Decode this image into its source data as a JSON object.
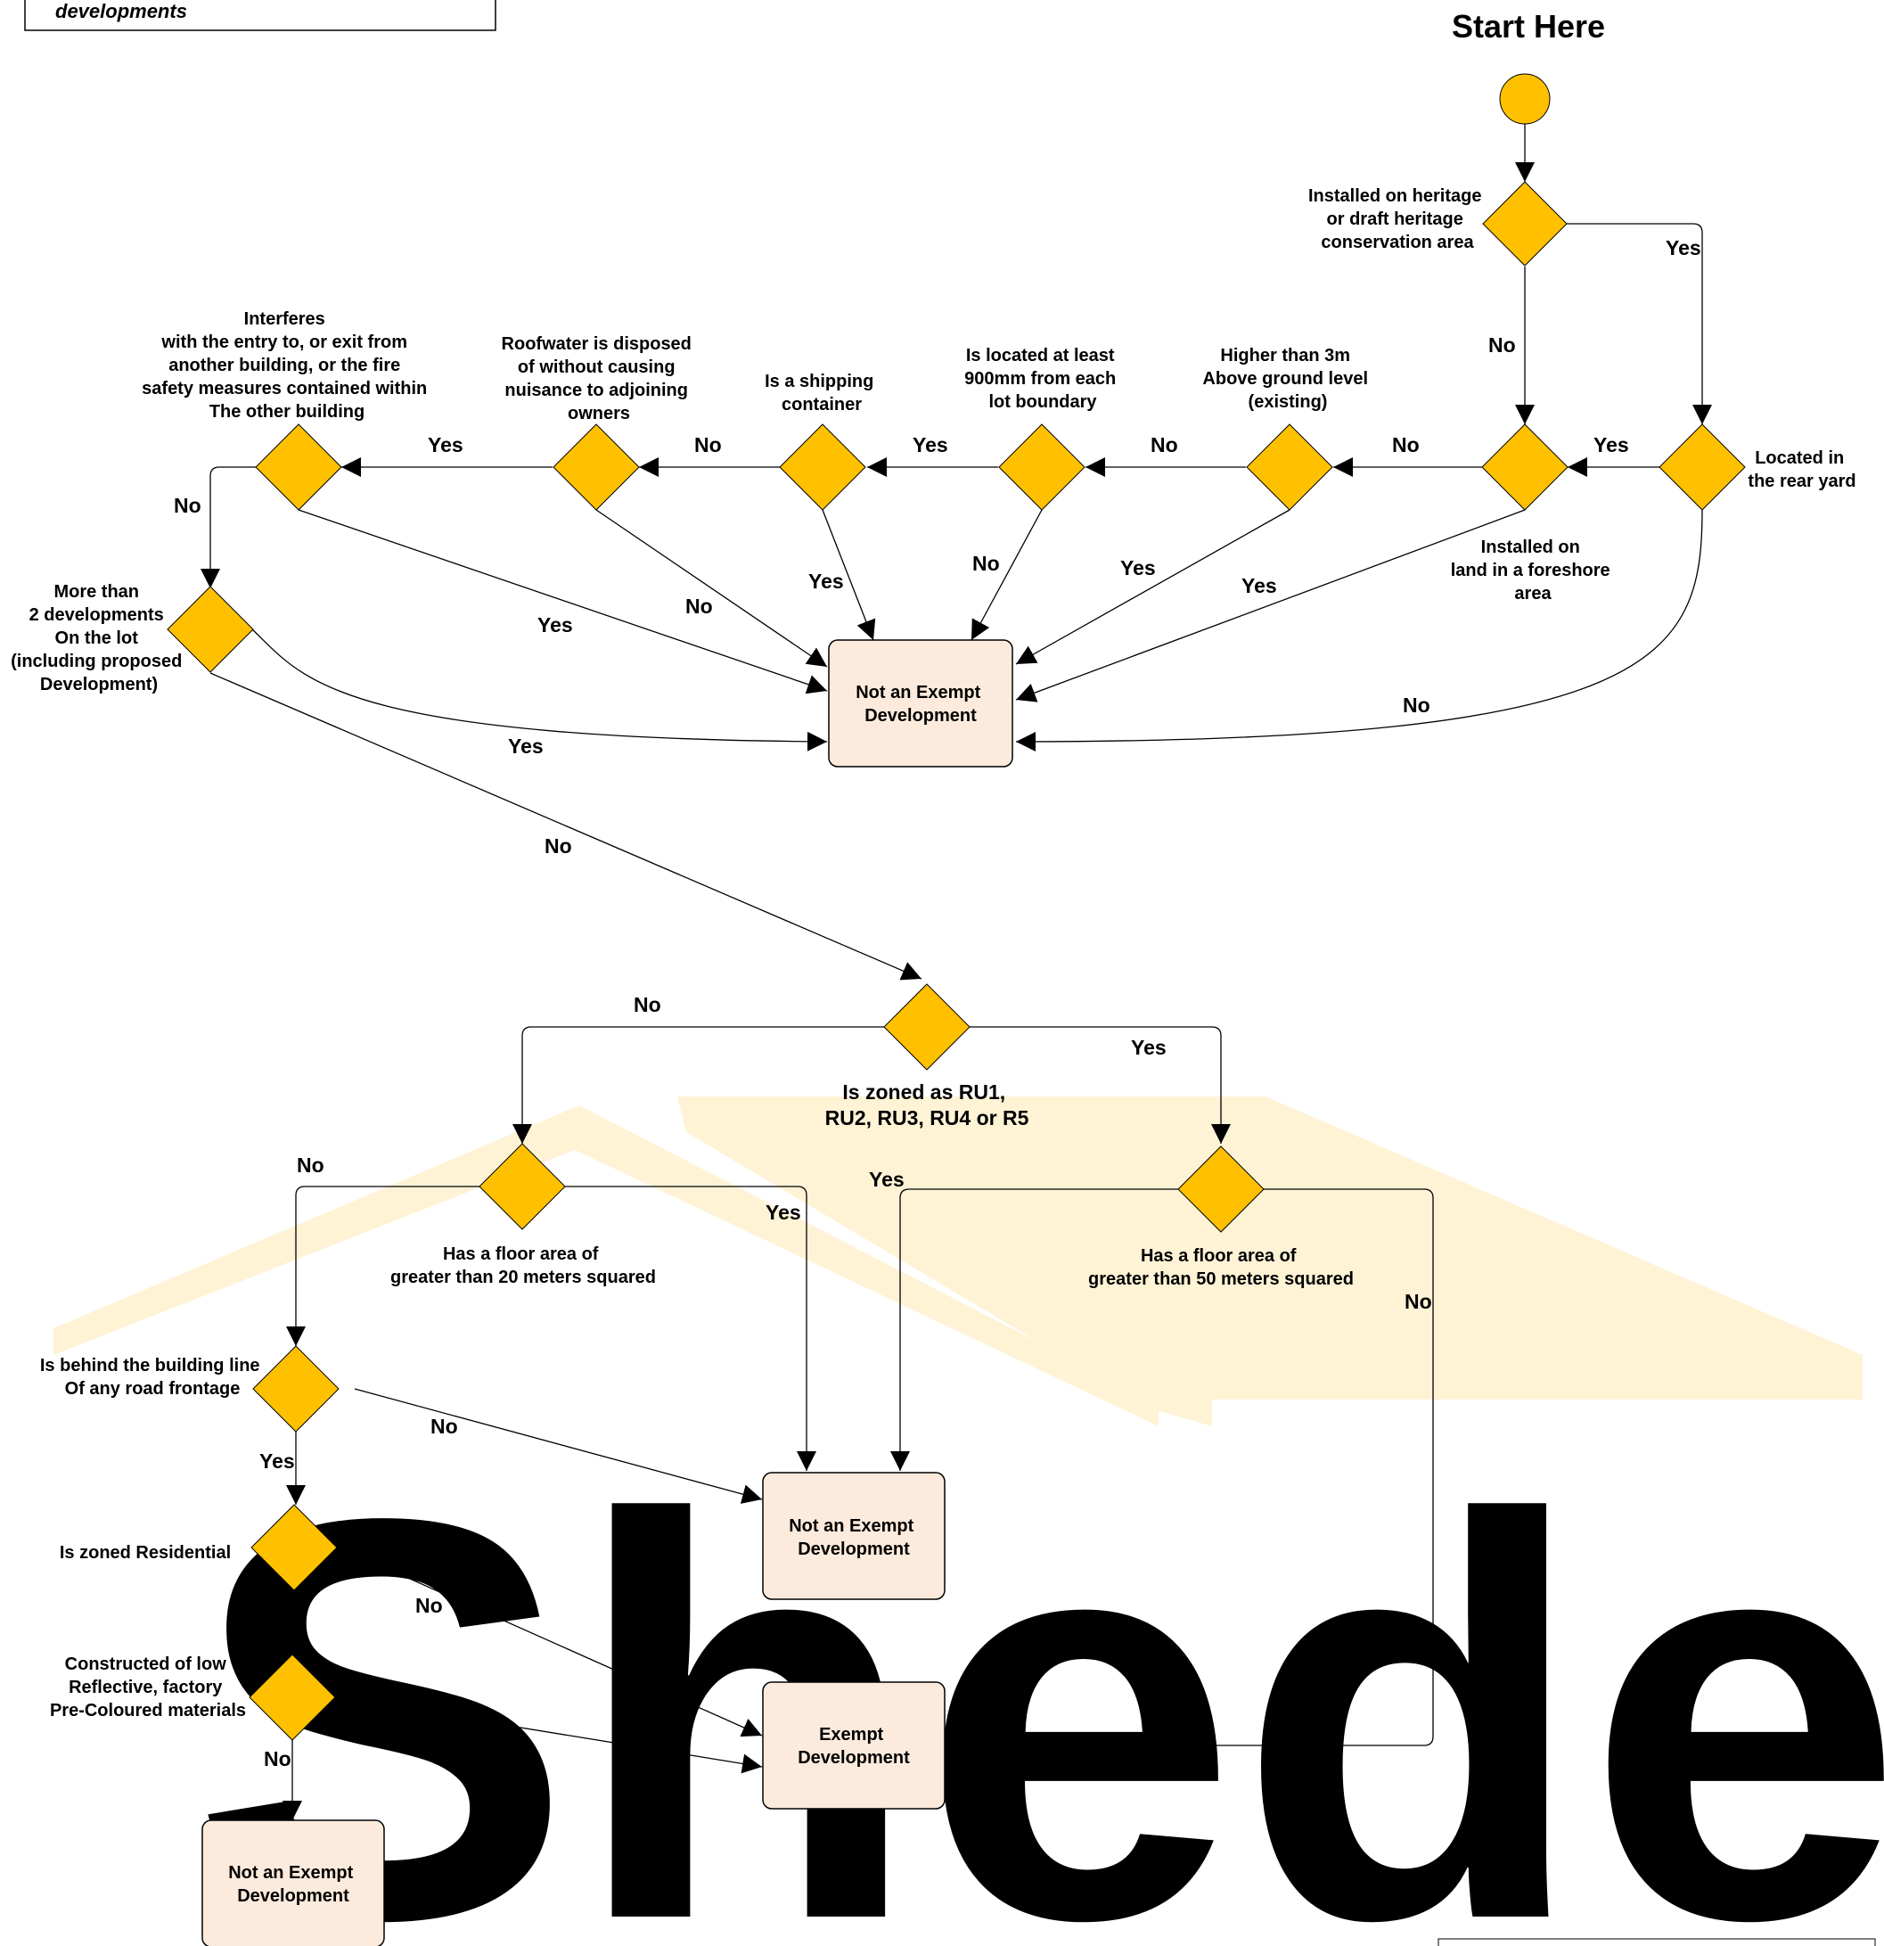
{
  "header": {
    "text": "developments"
  },
  "start_label": "Start Here",
  "watermark": {
    "text": "Shedeye",
    "color": "#d9d9d9",
    "roof_color": "#fff3d6"
  },
  "colors": {
    "decision": "#FFC000",
    "start": "#FFC000",
    "terminal": "#FCEBDD",
    "line": "#000000"
  },
  "decisions": {
    "heritage": [
      "Installed on heritage",
      "or draft heritage",
      "conservation area"
    ],
    "rear_yard": [
      "Located in",
      "the rear yard"
    ],
    "foreshore": [
      "Installed on",
      "land in a  foreshore",
      "area"
    ],
    "height": [
      "Higher than 3m",
      "Above ground level",
      "(existing)"
    ],
    "boundary": [
      "Is located at least",
      "900mm from each",
      "lot boundary"
    ],
    "shipping": [
      "Is a shipping",
      "container"
    ],
    "roofwater": [
      "Roofwater is disposed",
      "of without causing",
      "nuisance to adjoining",
      "owners"
    ],
    "interferes": [
      "Interferes",
      "with the entry to, or exit from",
      "another building, or the fire",
      "safety measures contained within",
      "The other building"
    ],
    "developments": [
      "More than",
      "2 developments",
      "On the lot",
      "(including proposed",
      "Development)"
    ],
    "zoned_ru": [
      "Is zoned as RU1,",
      "RU2, RU3, RU4 or R5"
    ],
    "floor20": [
      "Has a floor area of",
      "greater than 20 meters squared"
    ],
    "floor50": [
      "Has a floor area of",
      "greater than 50 meters squared"
    ],
    "building_line": [
      "Is behind the building line",
      "Of any road frontage"
    ],
    "residential": [
      "Is zoned Residential"
    ],
    "materials": [
      "Constructed of low",
      "Reflective, factory",
      "Pre-Coloured materials"
    ]
  },
  "terminals": {
    "not_exempt_top": [
      "Not an Exempt",
      "Development"
    ],
    "not_exempt_mid": [
      "Not an Exempt",
      "Development"
    ],
    "exempt": [
      "Exempt",
      "Development"
    ],
    "not_exempt_bottom": [
      "Not an Exempt",
      "Development"
    ]
  },
  "edge_labels": {
    "yes": "Yes",
    "no": "No"
  }
}
